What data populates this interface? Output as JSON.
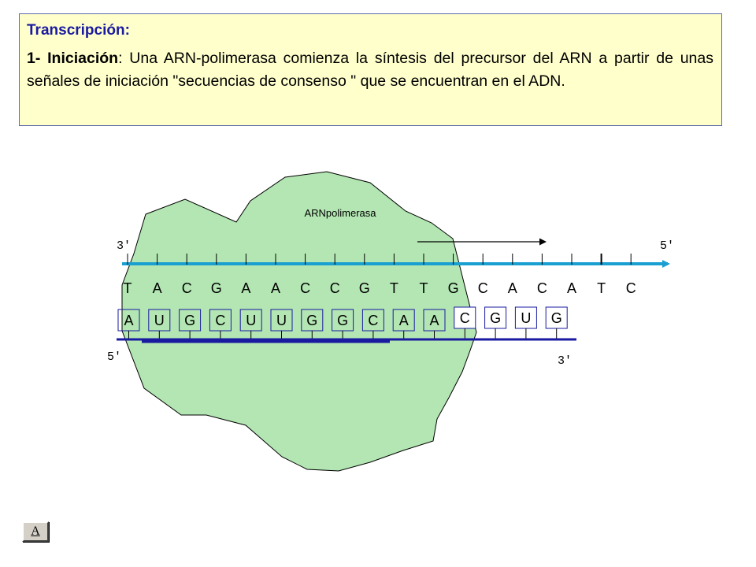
{
  "text_box": {
    "title": "Transcripción:",
    "step_label": "1- Iniciación",
    "step_text": ": Una ARN-polimerasa comienza la síntesis del precursor del  ARN a partir de unas señales de iniciación \"secuencias de consenso \" que se encuentran en el ADN."
  },
  "diagram": {
    "enzyme_label": "ARNpolimerasa",
    "dna_end_left": "3'",
    "dna_end_right": "5'",
    "rna_end_left": "5'",
    "rna_end_right": "3'",
    "dna_bases": [
      "T",
      "A",
      "C",
      "G",
      "A",
      "A",
      "C",
      "C",
      "G",
      "T",
      "T",
      "G",
      "C",
      "A",
      "C",
      "A",
      "T",
      "C"
    ],
    "rna_bases": [
      "A",
      "U",
      "G",
      "C",
      "U",
      "U",
      "G",
      "G",
      "C",
      "A",
      "A",
      "C",
      "G",
      "U",
      "G"
    ],
    "colors": {
      "enzyme_fill": "#b3e6b3",
      "dna_strand": "#1a9fd1",
      "rna_strand": "#1a1aa0",
      "box_border": "#5b6aa8",
      "box_fill": "#ffffcc"
    }
  },
  "nav": {
    "button_label": "A"
  }
}
